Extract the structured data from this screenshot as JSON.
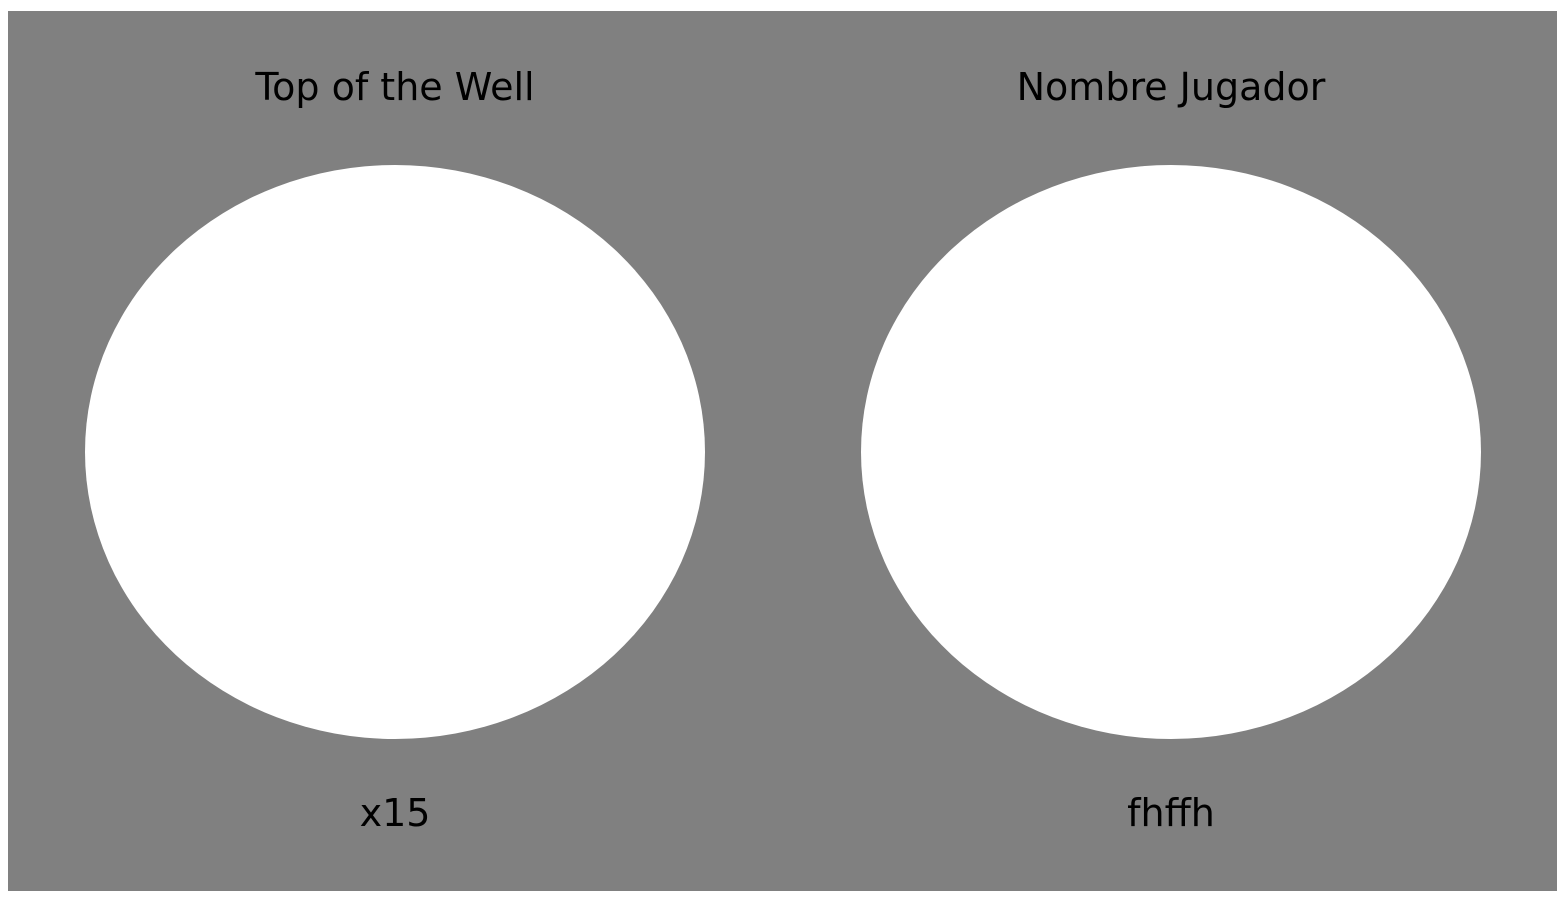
{
  "left_card": {
    "title": "Top of the Well",
    "caption": "x15"
  },
  "right_card": {
    "title": "Nombre Jugador",
    "caption": "fhffh"
  },
  "colors": {
    "panel_background": "#808080",
    "circle_fill": "#ffffff",
    "text": "#000000"
  }
}
